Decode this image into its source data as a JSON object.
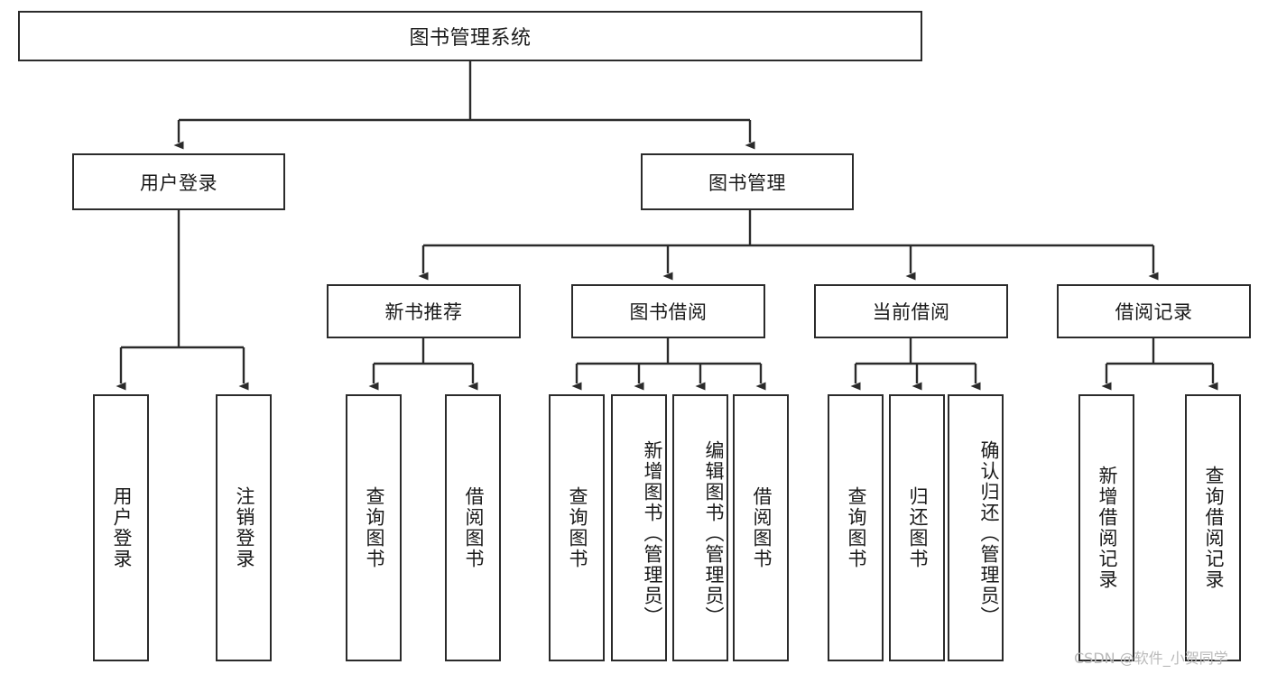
{
  "diagram": {
    "title": "图书管理系统",
    "type": "functional-structure-tree",
    "root": {
      "id": "root",
      "label": "图书管理系统"
    },
    "level2": [
      {
        "id": "user-login",
        "label": "用户登录"
      },
      {
        "id": "book-manage",
        "label": "图书管理"
      }
    ],
    "level3": [
      {
        "id": "new-book-recommend",
        "label": "新书推荐"
      },
      {
        "id": "book-borrow",
        "label": "图书借阅"
      },
      {
        "id": "current-borrow",
        "label": "当前借阅"
      },
      {
        "id": "borrow-record",
        "label": "借阅记录"
      }
    ],
    "leaves": {
      "user_login": [
        {
          "id": "leaf-user-login",
          "label": "用户登录"
        },
        {
          "id": "leaf-logout",
          "label": "注销登录"
        }
      ],
      "new_book_recommend": [
        {
          "id": "leaf-query-book-1",
          "label": "查询图书"
        },
        {
          "id": "leaf-borrow-book-1",
          "label": "借阅图书"
        }
      ],
      "book_borrow": [
        {
          "id": "leaf-query-book-2",
          "label": "查询图书"
        },
        {
          "id": "leaf-add-book",
          "label": "新增图书（管理员）"
        },
        {
          "id": "leaf-edit-book",
          "label": "编辑图书（管理员）"
        },
        {
          "id": "leaf-borrow-book-2",
          "label": "借阅图书"
        }
      ],
      "current_borrow": [
        {
          "id": "leaf-query-book-3",
          "label": "查询图书"
        },
        {
          "id": "leaf-return-book",
          "label": "归还图书"
        },
        {
          "id": "leaf-confirm-return",
          "label": "确认归还（管理员）"
        }
      ],
      "borrow_record": [
        {
          "id": "leaf-add-record",
          "label": "新增借阅记录"
        },
        {
          "id": "leaf-query-record",
          "label": "查询借阅记录"
        }
      ]
    }
  },
  "watermark": {
    "text": "CSDN @软件_小贺同学"
  },
  "colors": {
    "border": "#2b2b2b",
    "background": "#ffffff",
    "text": "#1a1a1a",
    "connector": "#2b2b2b",
    "watermark": "#b9b9b9"
  }
}
